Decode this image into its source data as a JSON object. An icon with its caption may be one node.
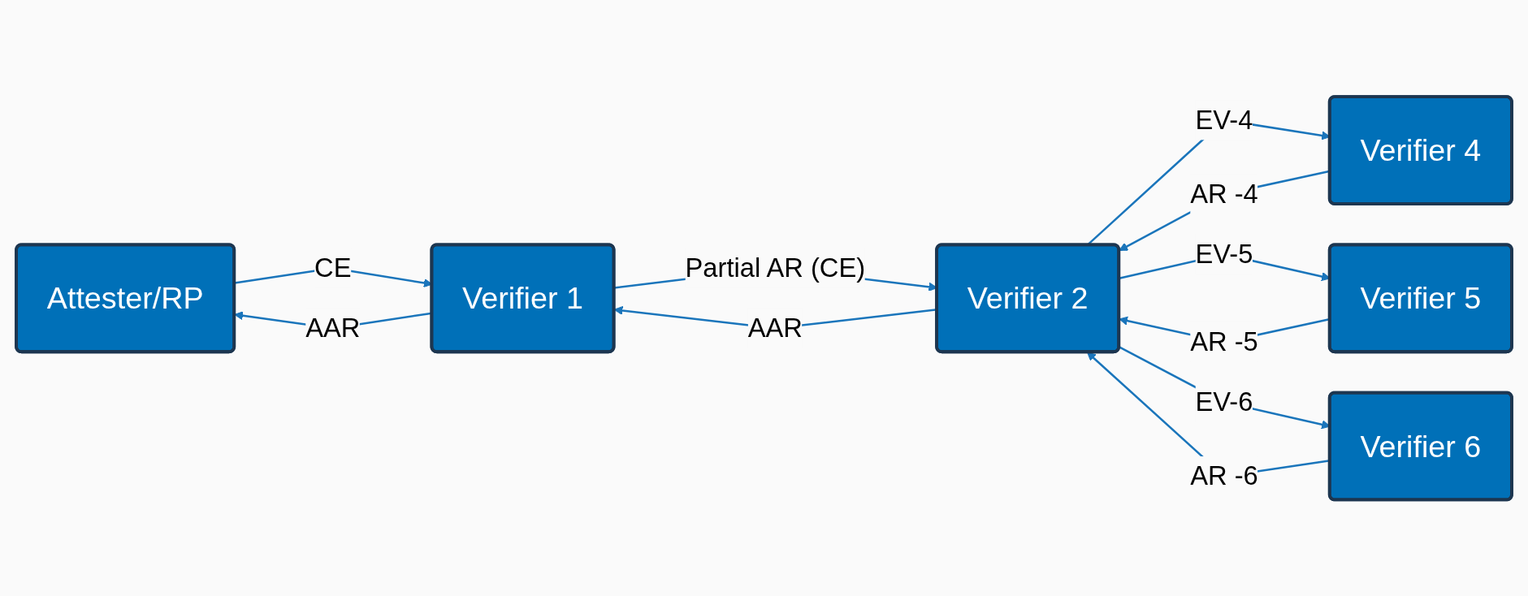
{
  "diagram": {
    "nodes": [
      {
        "text": [
          "Attester/RP"
        ]
      },
      {
        "text": [
          "Verifier 1"
        ]
      },
      {
        "text": [
          "Verifier 2"
        ]
      },
      {
        "text": [
          "Verifier 4"
        ]
      },
      {
        "text": [
          "Verifier 5"
        ]
      },
      {
        "text": [
          "Verifier 6"
        ]
      }
    ],
    "edges": [
      {
        "from": 0,
        "to": 1,
        "arrow": "to",
        "label": "CE"
      },
      {
        "from": 1,
        "to": 0,
        "arrow": "to",
        "label": "AAR"
      },
      {
        "from": 1,
        "to": 2,
        "arrow": "to",
        "label": "Partial AR (CE)"
      },
      {
        "from": 2,
        "to": 1,
        "arrow": "to",
        "label": "AAR"
      },
      {
        "from": 2,
        "to": 3,
        "arrow": "to",
        "label": "EV-4"
      },
      {
        "from": 3,
        "to": 2,
        "arrow": "to",
        "label": "AR -4"
      },
      {
        "from": 2,
        "to": 4,
        "arrow": "to",
        "label": "EV-5"
      },
      {
        "from": 4,
        "to": 2,
        "arrow": "to",
        "label": "AR -5"
      },
      {
        "from": 2,
        "to": 5,
        "arrow": "to",
        "label": "EV-6"
      },
      {
        "from": 5,
        "to": 2,
        "arrow": "to",
        "label": "AR -6"
      }
    ]
  }
}
